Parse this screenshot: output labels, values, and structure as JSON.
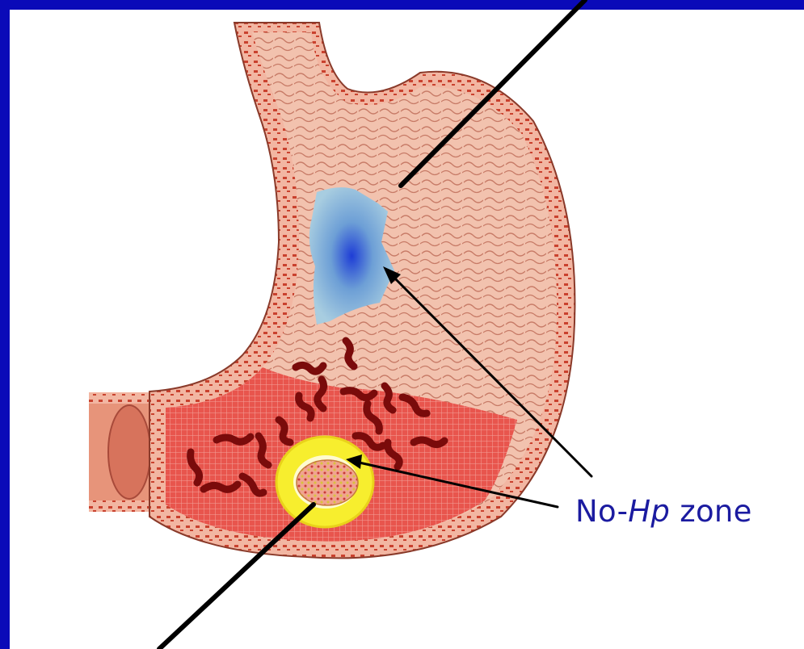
{
  "annotation": {
    "prefix": "No-",
    "italic": "Hp",
    "suffix": " zone"
  },
  "colors": {
    "frame": "#0a0ab8",
    "stomach_wall": "#e8836e",
    "antrum_mesh": "#e24a45",
    "no_hp_zone": "#7fb2d4",
    "ulcer_ring": "#f7ee2e",
    "bacteria": "#7a0b0b",
    "label_text": "#1b1ba0"
  }
}
